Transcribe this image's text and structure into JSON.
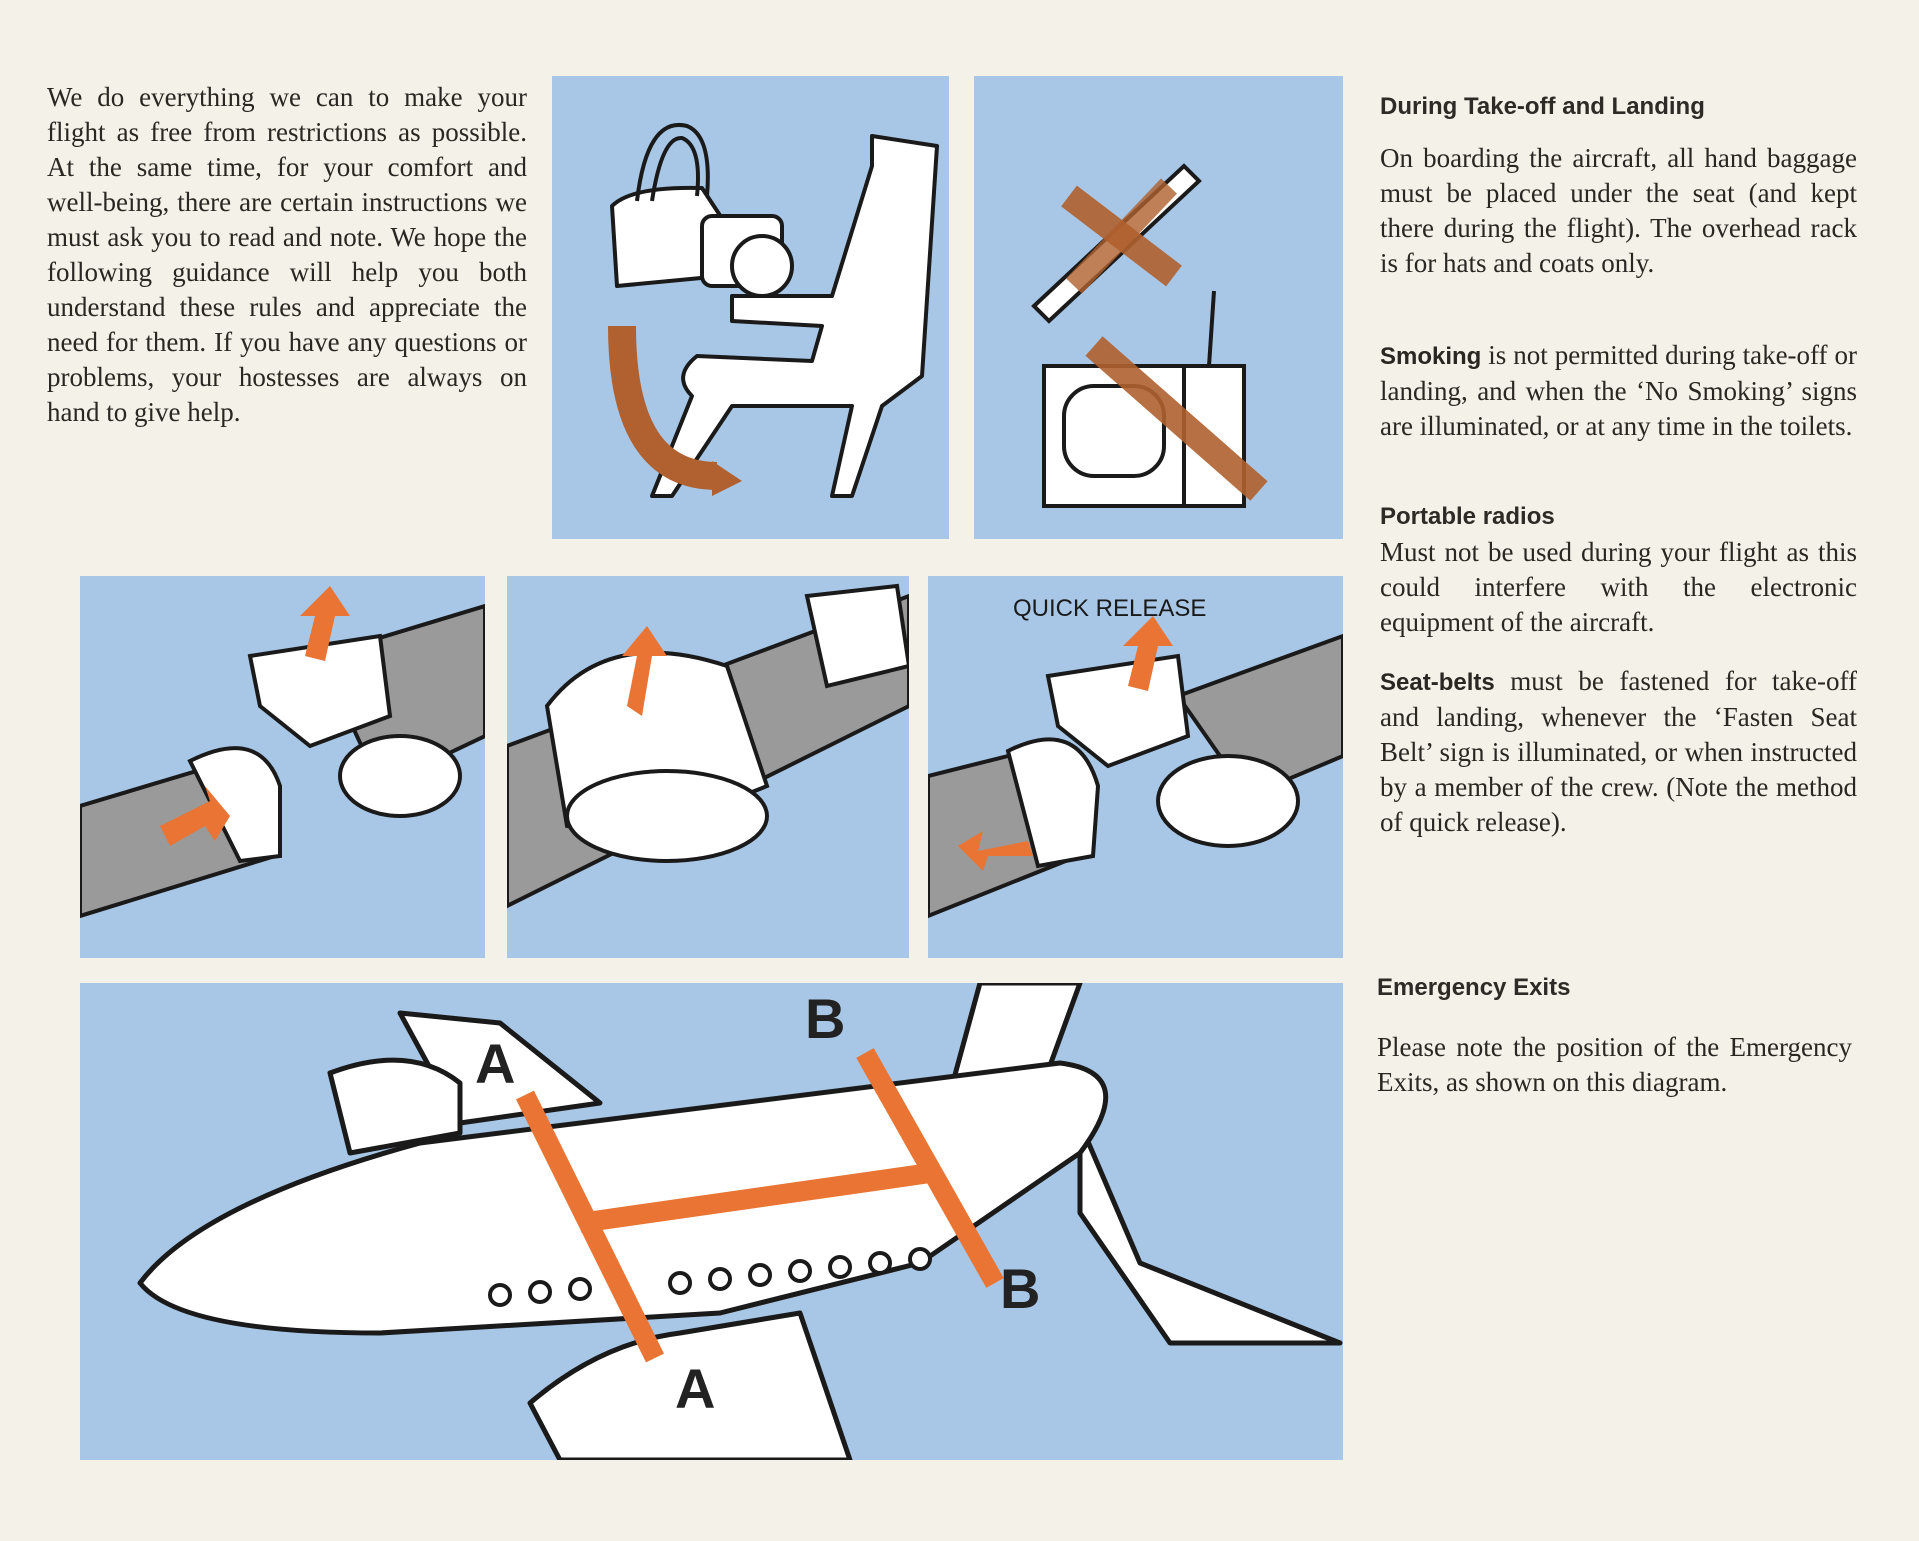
{
  "intro": "We do everything we can to make your flight as free from restrictions as possible. At the same time, for your comfort and well-being, there are certain instructions we must ask you to read and note. We hope the following guidance will help you both understand these rules and appreciate the need for them. If you have any questions or problems, your hostesses are always on hand to give help.",
  "takeoff": {
    "heading": "During Take-off and Landing",
    "baggage": "On boarding the aircraft, all hand baggage must be placed under the seat (and kept there during the flight). The overhead rack is for hats and coats only.",
    "smoking_lead": "Smoking",
    "smoking": " is not permitted during take-off or landing, and when the ‘No Smoking’ signs are illuminated, or at any time in the toilets.",
    "radios_heading": "Portable radios",
    "radios": "Must not be used during your flight as this could interfere with the electronic equipment of the aircraft.",
    "seatbelts_lead": "Seat-belts",
    "seatbelts": " must be fastened for take-off and landing, whenever the ‘Fasten Seat Belt’ sign is illuminated, or when instructed by a member of the crew. (Note the method of quick release)."
  },
  "emergency": {
    "heading": "Emergency Exits",
    "text": "Please note the position of the Emergency Exits, as shown on this diagram."
  },
  "illustrations": {
    "quick_release_label": "QUICK RELEASE",
    "exit_a": "A",
    "exit_b": "B"
  },
  "colors": {
    "panel_blue": "#a8c7e6",
    "arrow_orange": "#ea7433",
    "arrow_brown": "#b0612f",
    "paper": "#f4f1e8"
  }
}
